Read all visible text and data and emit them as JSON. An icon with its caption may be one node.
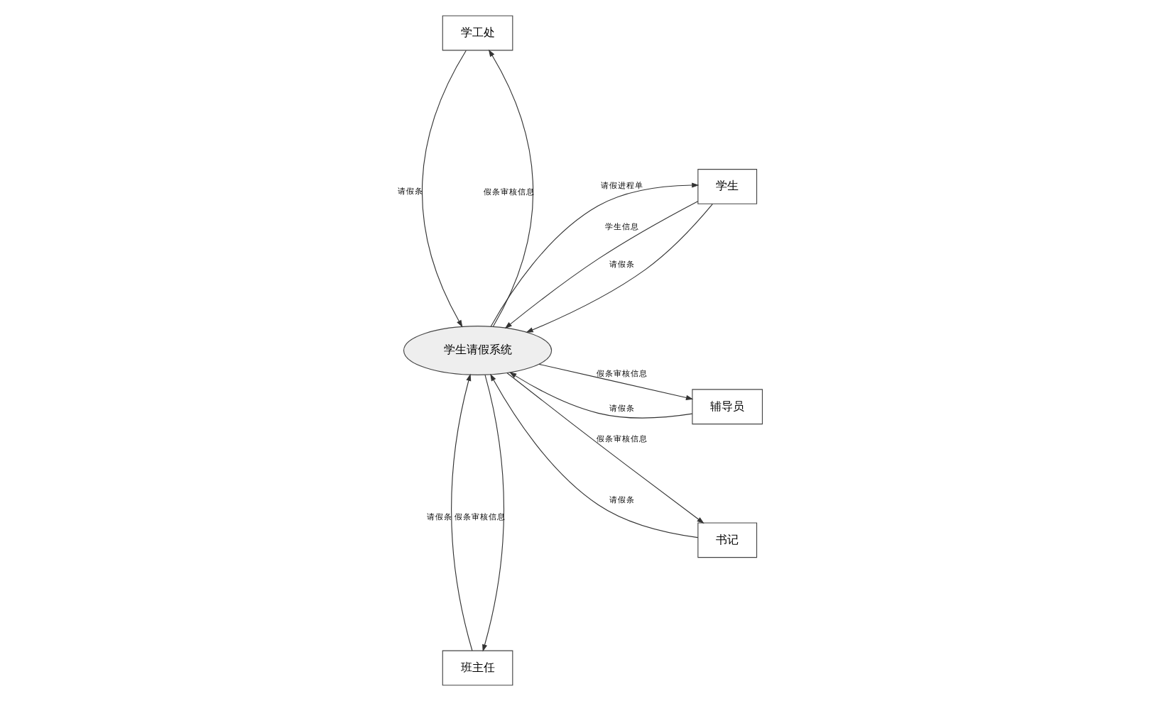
{
  "diagram": {
    "nodes": [
      {
        "text": [
          "班主任"
        ]
      },
      {
        "text": [
          "学生"
        ]
      },
      {
        "text": [
          "学生请假系统"
        ]
      },
      {
        "text": [
          "辅导员"
        ]
      },
      {
        "text": [
          "书记"
        ]
      },
      {
        "text": [
          "学工处"
        ]
      }
    ],
    "edges": [
      {
        "from": 2,
        "to": 0,
        "arrow": "to",
        "label": "假条审核信息"
      },
      {
        "from": 0,
        "to": 2,
        "arrow": "to",
        "label": "请假条"
      },
      {
        "from": 1,
        "to": 2,
        "arrow": "to",
        "label": "学生信息"
      },
      {
        "from": 1,
        "to": 2,
        "arrow": "to",
        "label": "请假条"
      },
      {
        "from": 2,
        "to": 1,
        "arrow": "to",
        "label": "请假进程单"
      },
      {
        "from": 2,
        "to": 3,
        "arrow": "to",
        "label": "假条审核信息"
      },
      {
        "from": 3,
        "to": 2,
        "arrow": "to",
        "label": "请假条"
      },
      {
        "from": 2,
        "to": 4,
        "arrow": "to",
        "label": "假条审核信息"
      },
      {
        "from": 4,
        "to": 2,
        "arrow": "to",
        "label": "请假条"
      },
      {
        "from": 2,
        "to": 5,
        "arrow": "to",
        "label": "假条审核信息"
      },
      {
        "from": 5,
        "to": 2,
        "arrow": "to",
        "label": "请假条"
      }
    ]
  }
}
